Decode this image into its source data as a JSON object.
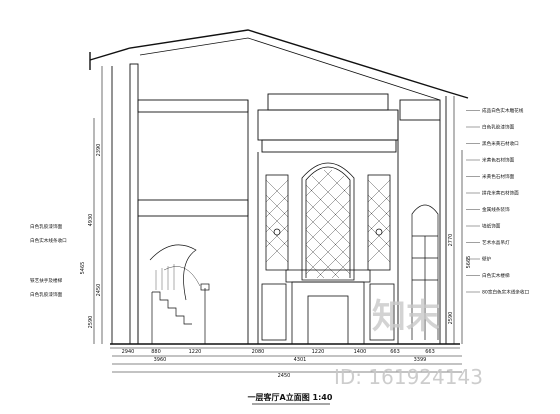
{
  "title": "一层客厅A立面图  1:40",
  "dimensions_bottom_row1": [
    "2940",
    "880",
    "1220",
    "2080",
    "1220",
    "1400",
    "663",
    "663"
  ],
  "dimensions_bottom_row2": [
    "3960",
    "4301",
    "3399"
  ],
  "dimension_bottom_total": "2450",
  "dimensions_left": [
    "2390",
    "4930",
    "5465",
    "2450",
    "2590"
  ],
  "dimensions_right": [
    "2770",
    "5665",
    "2590"
  ],
  "notes_left": [
    "白色乳胶漆饰面",
    "白色实木线条收口",
    "铁艺扶手及楼梯",
    "白色乳胶漆饰面"
  ],
  "notes_right": [
    "成品白色实木雕花线",
    "白色乳胶漆饰面",
    "黑色米黄石材收口",
    "米黄色石材饰面",
    "米黄色石材饰面",
    "拼花米黄石材饰面",
    "金属线条装饰",
    "墙纸饰面",
    "艺术水晶吊灯",
    "壁炉",
    "白色实木楼梯",
    "80宽白色实木线条收口"
  ],
  "watermark": {
    "logo": "知末",
    "id_text": "ID: 161924143"
  },
  "colors": {
    "line": "#111111",
    "watermark": "#c8c8c8"
  }
}
